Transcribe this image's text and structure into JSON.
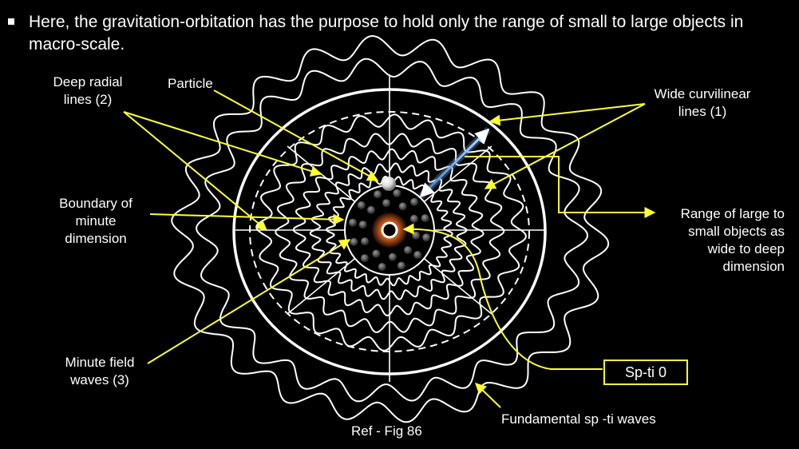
{
  "bullet": {
    "text": "Here, the gravitation-orbitation has the purpose to hold only the range of small to large objects in macro-scale."
  },
  "labels": {
    "deep_radial_1": "Deep radial",
    "deep_radial_2": "lines (2)",
    "particle": "Particle",
    "wide_curvilinear_1": "Wide curvilinear",
    "wide_curvilinear_2": "lines (1)",
    "boundary_1": "Boundary of",
    "boundary_2": "minute",
    "boundary_3": "dimension",
    "range_1": "Range of large to",
    "range_2": "small objects as",
    "range_3": "wide to deep",
    "range_4": "dimension",
    "minute_field_1": "Minute field",
    "minute_field_2": "waves (3)",
    "sp_ti": "Sp-ti 0",
    "fundamental": "Fundamental sp -ti waves",
    "ref": "Ref - Fig 86"
  },
  "colors": {
    "background": "#000000",
    "lines": "#ffffff",
    "arrows": "#ffff33",
    "core": "#c0561a",
    "beam": "#6aa6e8"
  }
}
